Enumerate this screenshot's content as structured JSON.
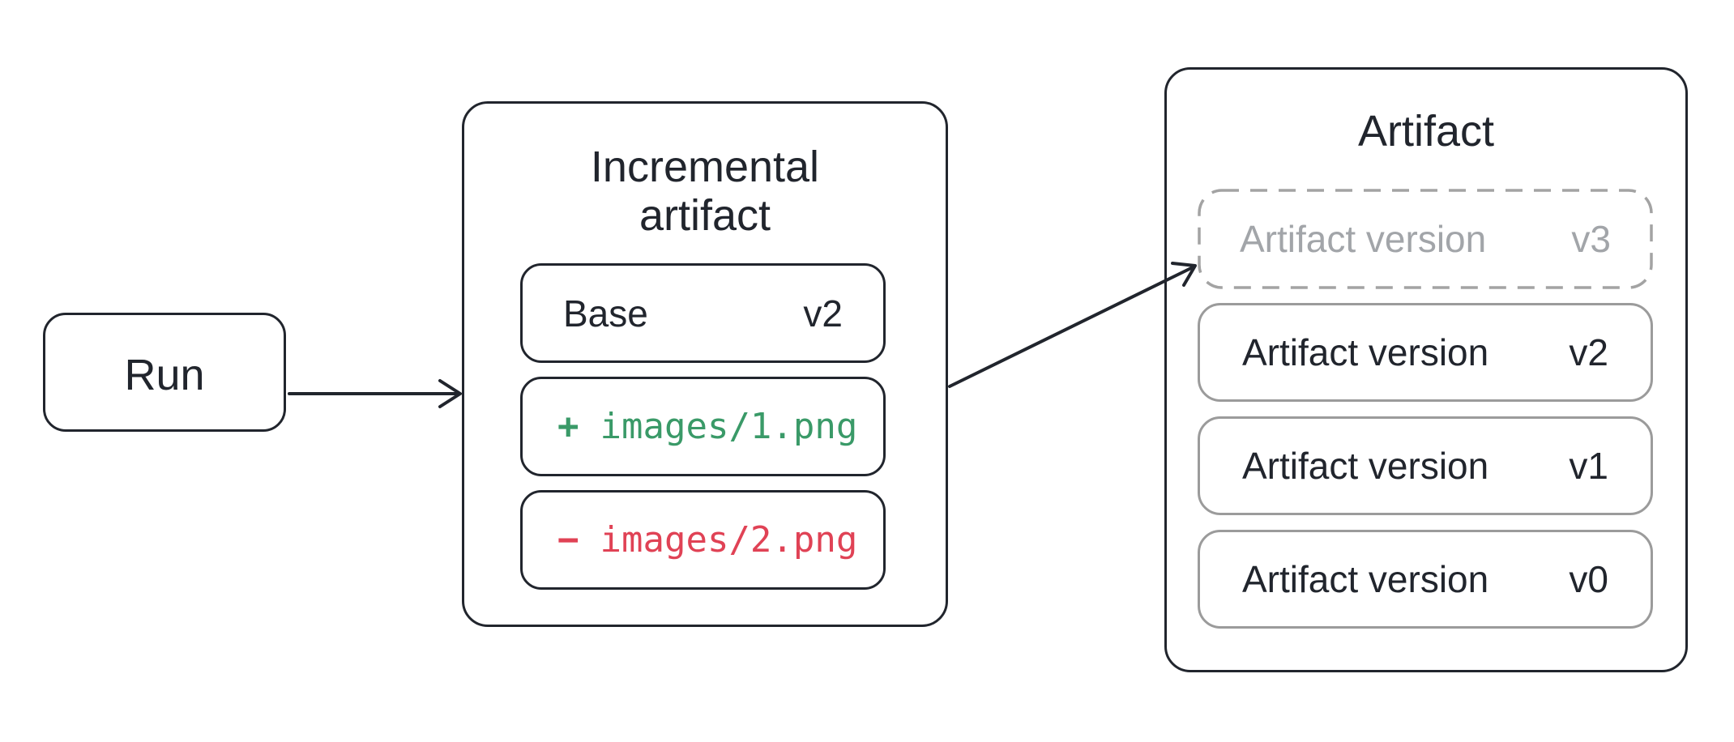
{
  "diagram": {
    "run": {
      "label": "Run"
    },
    "incremental": {
      "title_line1": "Incremental",
      "title_line2": "artifact",
      "base_row": {
        "label": "Base",
        "version": "v2"
      },
      "added_row": {
        "sign": "+",
        "path": "images/1.png"
      },
      "removed_row": {
        "sign": "−",
        "path": "images/2.png"
      }
    },
    "artifact": {
      "title": "Artifact",
      "pending_version": {
        "label": "Artifact version",
        "version": "v3"
      },
      "versions": [
        {
          "label": "Artifact version",
          "version": "v2"
        },
        {
          "label": "Artifact version",
          "version": "v1"
        },
        {
          "label": "Artifact version",
          "version": "v0"
        }
      ]
    },
    "colors": {
      "ink": "#21252d",
      "added_green": "#3a9a68",
      "removed_red": "#e04255",
      "gray_border": "#9b9b9b",
      "gray_dashed_border": "#a3a3a3",
      "gray_text": "#a2a5a9"
    }
  }
}
